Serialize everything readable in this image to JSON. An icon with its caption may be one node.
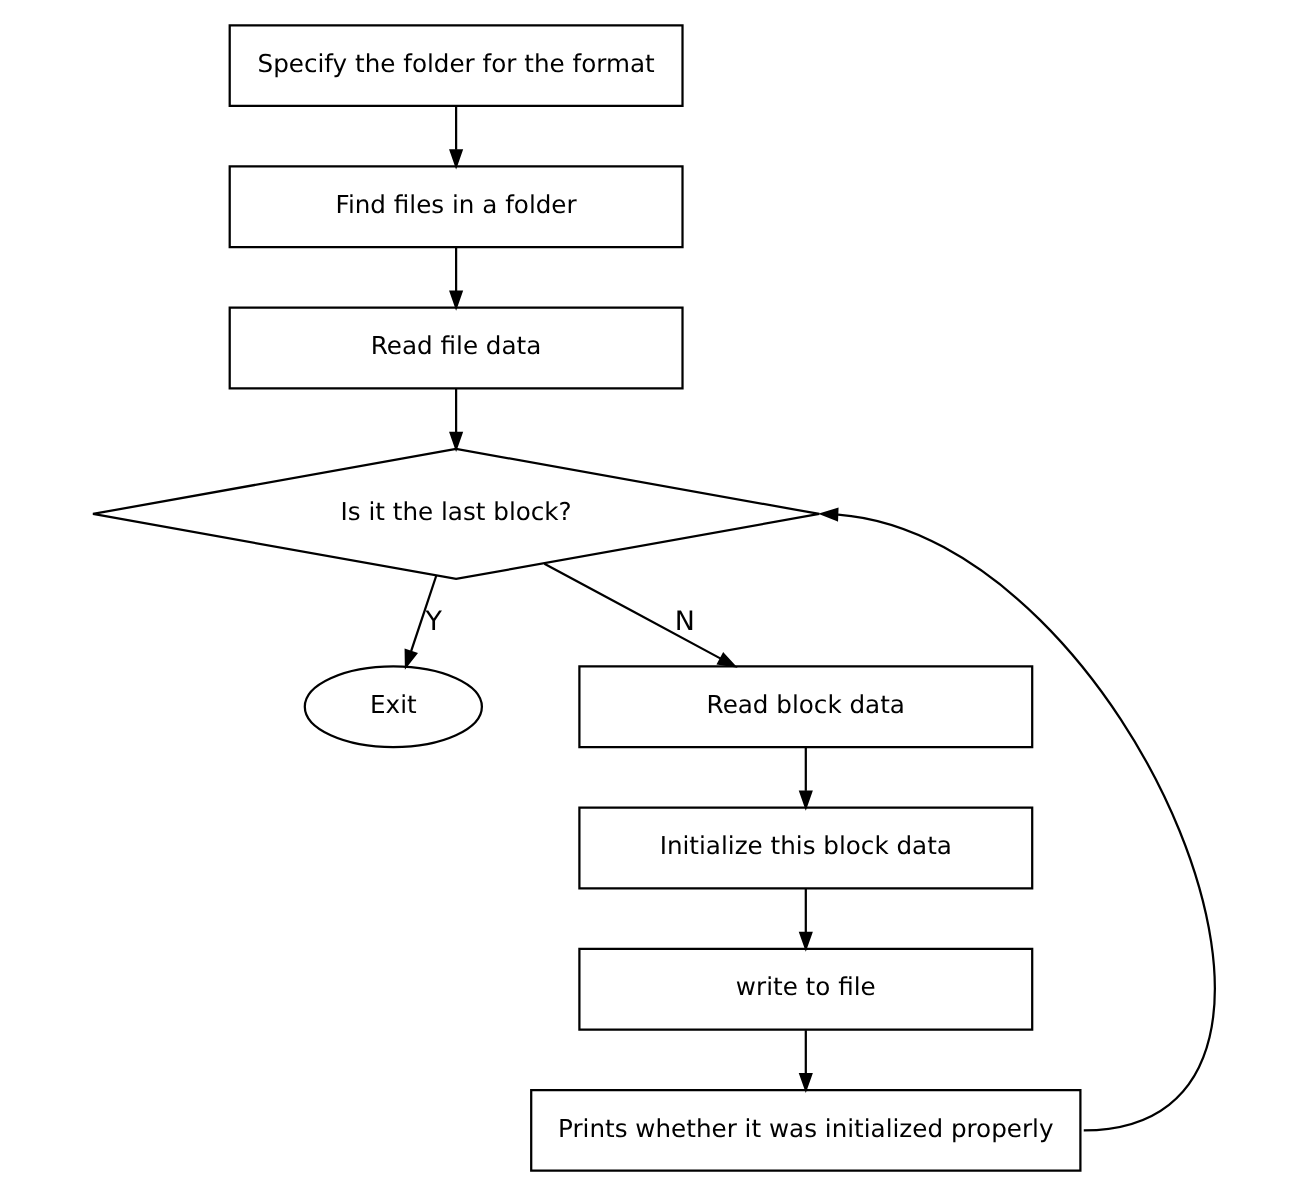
{
  "diagram": {
    "nodes": [
      {
        "text": [
          "Specify the folder for the format"
        ]
      },
      {
        "text": [
          "Find files in a folder"
        ]
      },
      {
        "text": [
          "Read file data"
        ]
      },
      {
        "text": [
          "Is it the last block?"
        ]
      },
      {
        "text": [
          "Exit"
        ]
      },
      {
        "text": [
          "Read block data"
        ]
      },
      {
        "text": [
          "Initialize this block data"
        ]
      },
      {
        "text": [
          "write to file"
        ]
      },
      {
        "text": [
          "Prints whether it was initialized properly"
        ]
      }
    ],
    "edges": [
      {
        "from": 0,
        "to": 1,
        "arrow": "to"
      },
      {
        "from": 1,
        "to": 2,
        "arrow": "to"
      },
      {
        "from": 2,
        "to": 3,
        "arrow": "to"
      },
      {
        "from": 3,
        "to": 4,
        "arrow": "to",
        "label": "Y"
      },
      {
        "from": 3,
        "to": 5,
        "arrow": "to",
        "label": "N"
      },
      {
        "from": 5,
        "to": 6,
        "arrow": "to"
      },
      {
        "from": 6,
        "to": 7,
        "arrow": "to"
      },
      {
        "from": 7,
        "to": 8,
        "arrow": "to"
      },
      {
        "from": 8,
        "to": 3,
        "arrow": "to"
      }
    ]
  }
}
